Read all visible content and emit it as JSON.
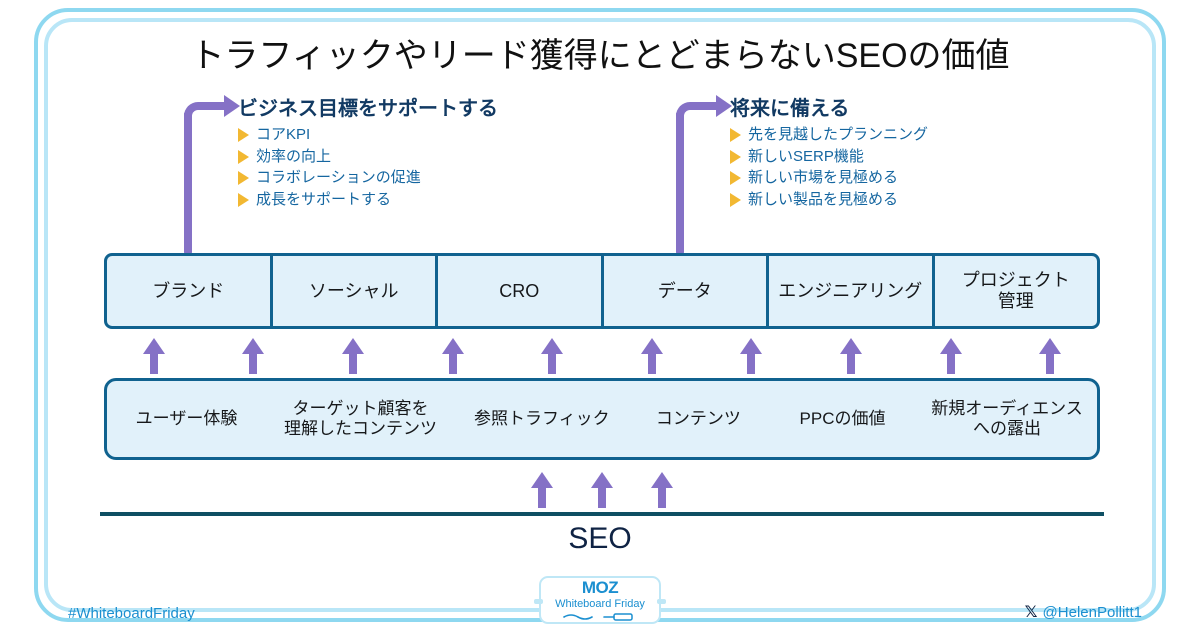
{
  "title": "トラフィックやリード獲得にとどまらないSEOの価値",
  "colors": {
    "frame_outer": "#8ed8f0",
    "frame_inner": "#b9e6f7",
    "box_border": "#10628f",
    "box_fill": "#e1f1fa",
    "arrow_purple": "#8571c6",
    "bullet_amber": "#f2b832",
    "list_heading": "#123a63",
    "list_text": "#1566a0",
    "seo_line": "#0e4f63",
    "footer_blue": "#1b8fd0"
  },
  "lists": [
    {
      "heading": "ビジネス目標をサポートする",
      "bullets": [
        "コアKPI",
        "効率の向上",
        "コラボレーションの促進",
        "成長をサポートする"
      ]
    },
    {
      "heading": "将来に備える",
      "bullets": [
        "先を見越したプランニング",
        "新しいSERP機能",
        "新しい市場を見極める",
        "新しい製品を見極める"
      ]
    }
  ],
  "top_row": {
    "cells": [
      "ブランド",
      "ソーシャル",
      "CRO",
      "データ",
      "エンジニアリング",
      "プロジェクト\n管理"
    ]
  },
  "bottom_row": {
    "cells": [
      "ユーザー体験",
      "ターゲット顧客を\n理解したコンテンツ",
      "参照トラフィック",
      "コンテンツ",
      "PPCの価値",
      "新規オーディエンス\nへの露出"
    ]
  },
  "foundation": {
    "label": "SEO",
    "arrow_count": 3
  },
  "middle_arrows": {
    "count": 10
  },
  "footer": {
    "hashtag": "#WhiteboardFriday",
    "handle": "@HelenPollitt1",
    "x_glyph": "𝕏",
    "badge_brand": "MOZ",
    "badge_subtitle": "Whiteboard Friday"
  }
}
